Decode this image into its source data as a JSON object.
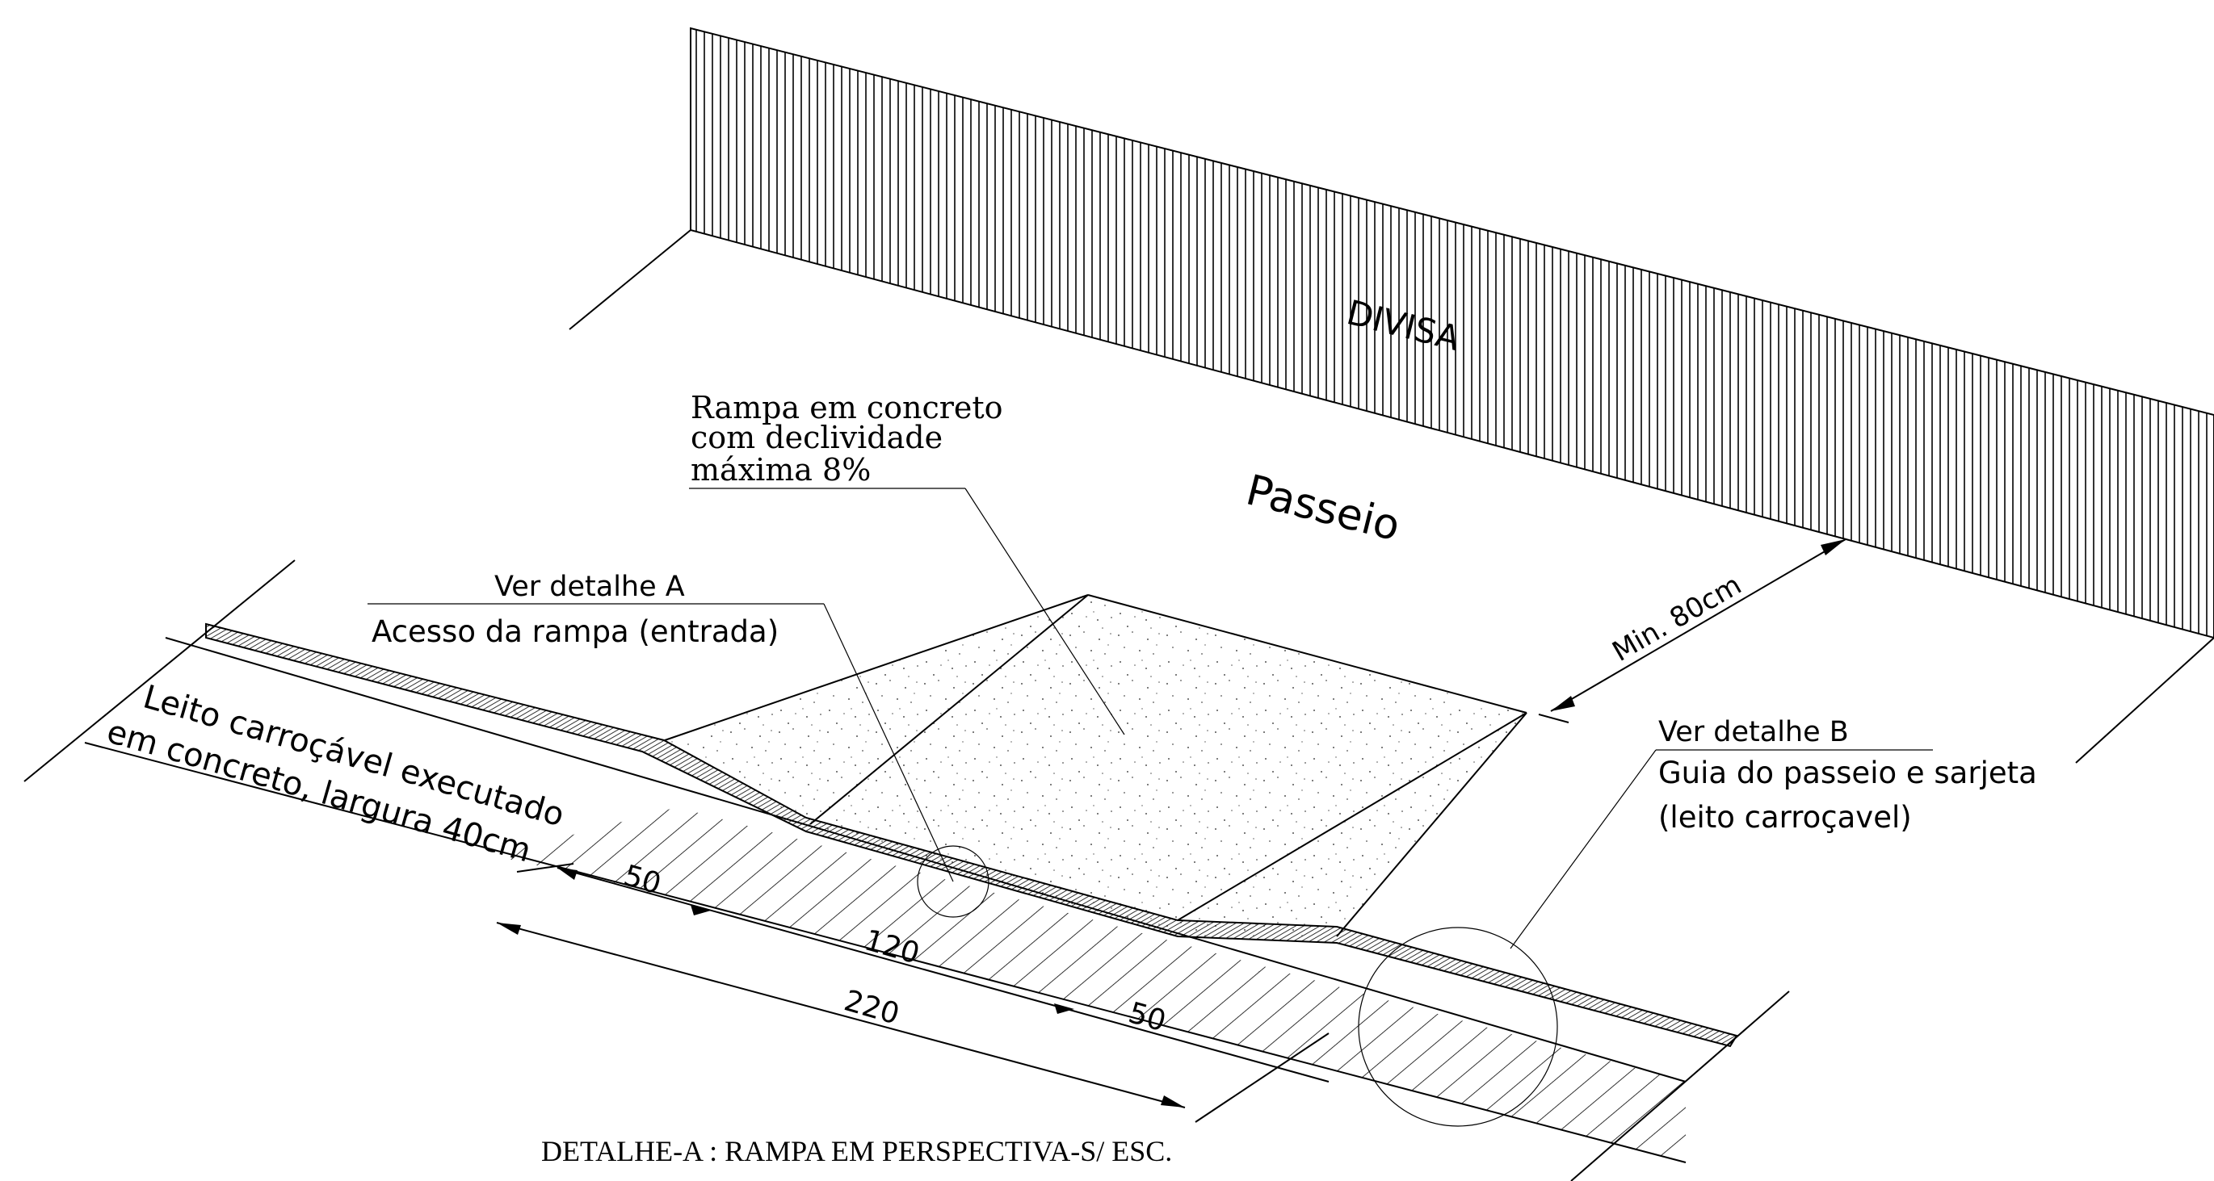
{
  "wall_label": "DIVISA",
  "sidewalk_label": "Passeio",
  "ramp_note": {
    "line1": "Rampa em concreto",
    "line2": "com declividade",
    "line3": "máxima 8%"
  },
  "detail_a": {
    "ref": "Ver detalhe A",
    "desc": "Acesso da rampa (entrada)"
  },
  "detail_b": {
    "ref": "Ver detalhe B",
    "desc1": "Guia do passeio e sarjeta",
    "desc2": "(leito carroçavel)"
  },
  "roadbed_note": {
    "line1": "Leito carroçável executado",
    "line2": "em concreto, largura 40cm"
  },
  "min_distance": "Min. 80cm",
  "dimensions": {
    "d1": "50",
    "d2": "120",
    "d3": "50",
    "total": "220"
  },
  "title": "DETALHE-A : RAMPA EM PERSPECTIVA-S/ ESC."
}
